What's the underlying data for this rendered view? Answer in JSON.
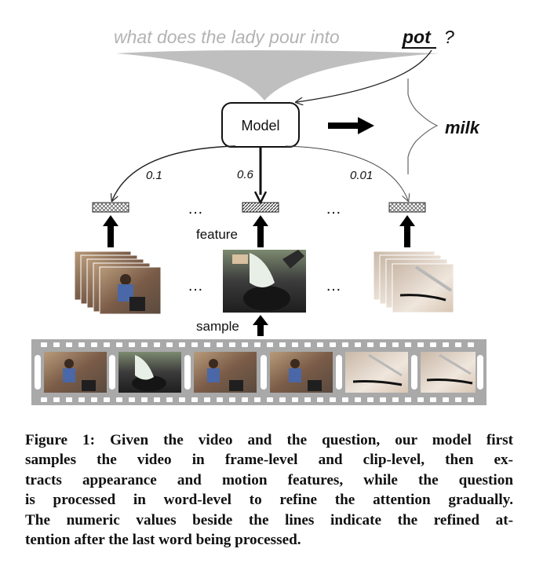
{
  "question": {
    "prefix": "what does the lady pour into",
    "highlight": "pot",
    "suffix": "?"
  },
  "model_label": "Model",
  "answer": "milk",
  "attention_values": [
    "0.1",
    "0.6",
    "0.01"
  ],
  "ellipsis": "…",
  "feature_label": "feature",
  "sample_label": "sample",
  "caption_lines": [
    "Figure 1: Given the video and the question, our model first",
    "samples the video in frame-level and clip-level, then ex-",
    "tracts appearance and motion features, while the question",
    "is processed in word-level to refine the attention gradually.",
    "The numeric values beside the lines indicate the refined at-",
    "tention after the last word being processed."
  ],
  "colors": {
    "question_text": "#b3b3b3",
    "funnel": "#bfbfbf",
    "film_strip": "#a9a9a9",
    "frame_kitchen": "#8d6e5a",
    "frame_pot": "#3a3a3a",
    "frame_cutting": "#e7dcd0"
  }
}
